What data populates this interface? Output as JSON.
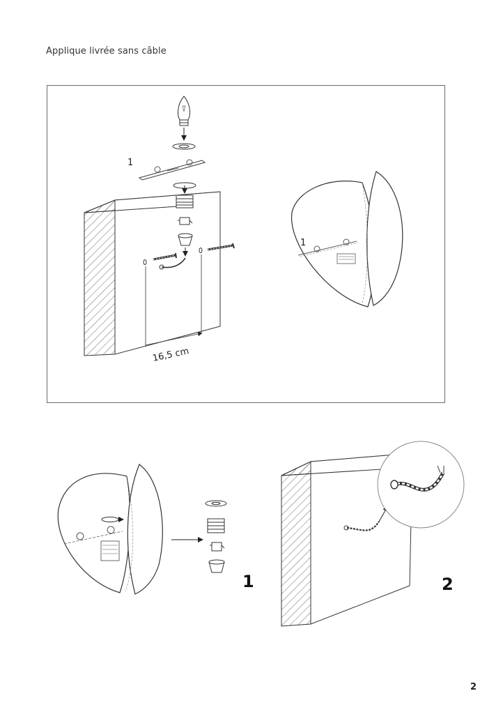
{
  "page": {
    "heading": "Applique livrée sans câble",
    "page_number": "2"
  },
  "exploded_view": {
    "part_label": "1",
    "dimension_label": "16,5 cm"
  },
  "assembled_view": {
    "part_label": "1"
  },
  "steps": {
    "step1_label": "1",
    "step2_label": "2"
  },
  "icons": [
    "bulb-icon",
    "arrow-icon",
    "screw-icon",
    "wall-block-icon",
    "lamp-shade-icon",
    "twisted-cable-icon",
    "magnifier-circle-icon"
  ]
}
